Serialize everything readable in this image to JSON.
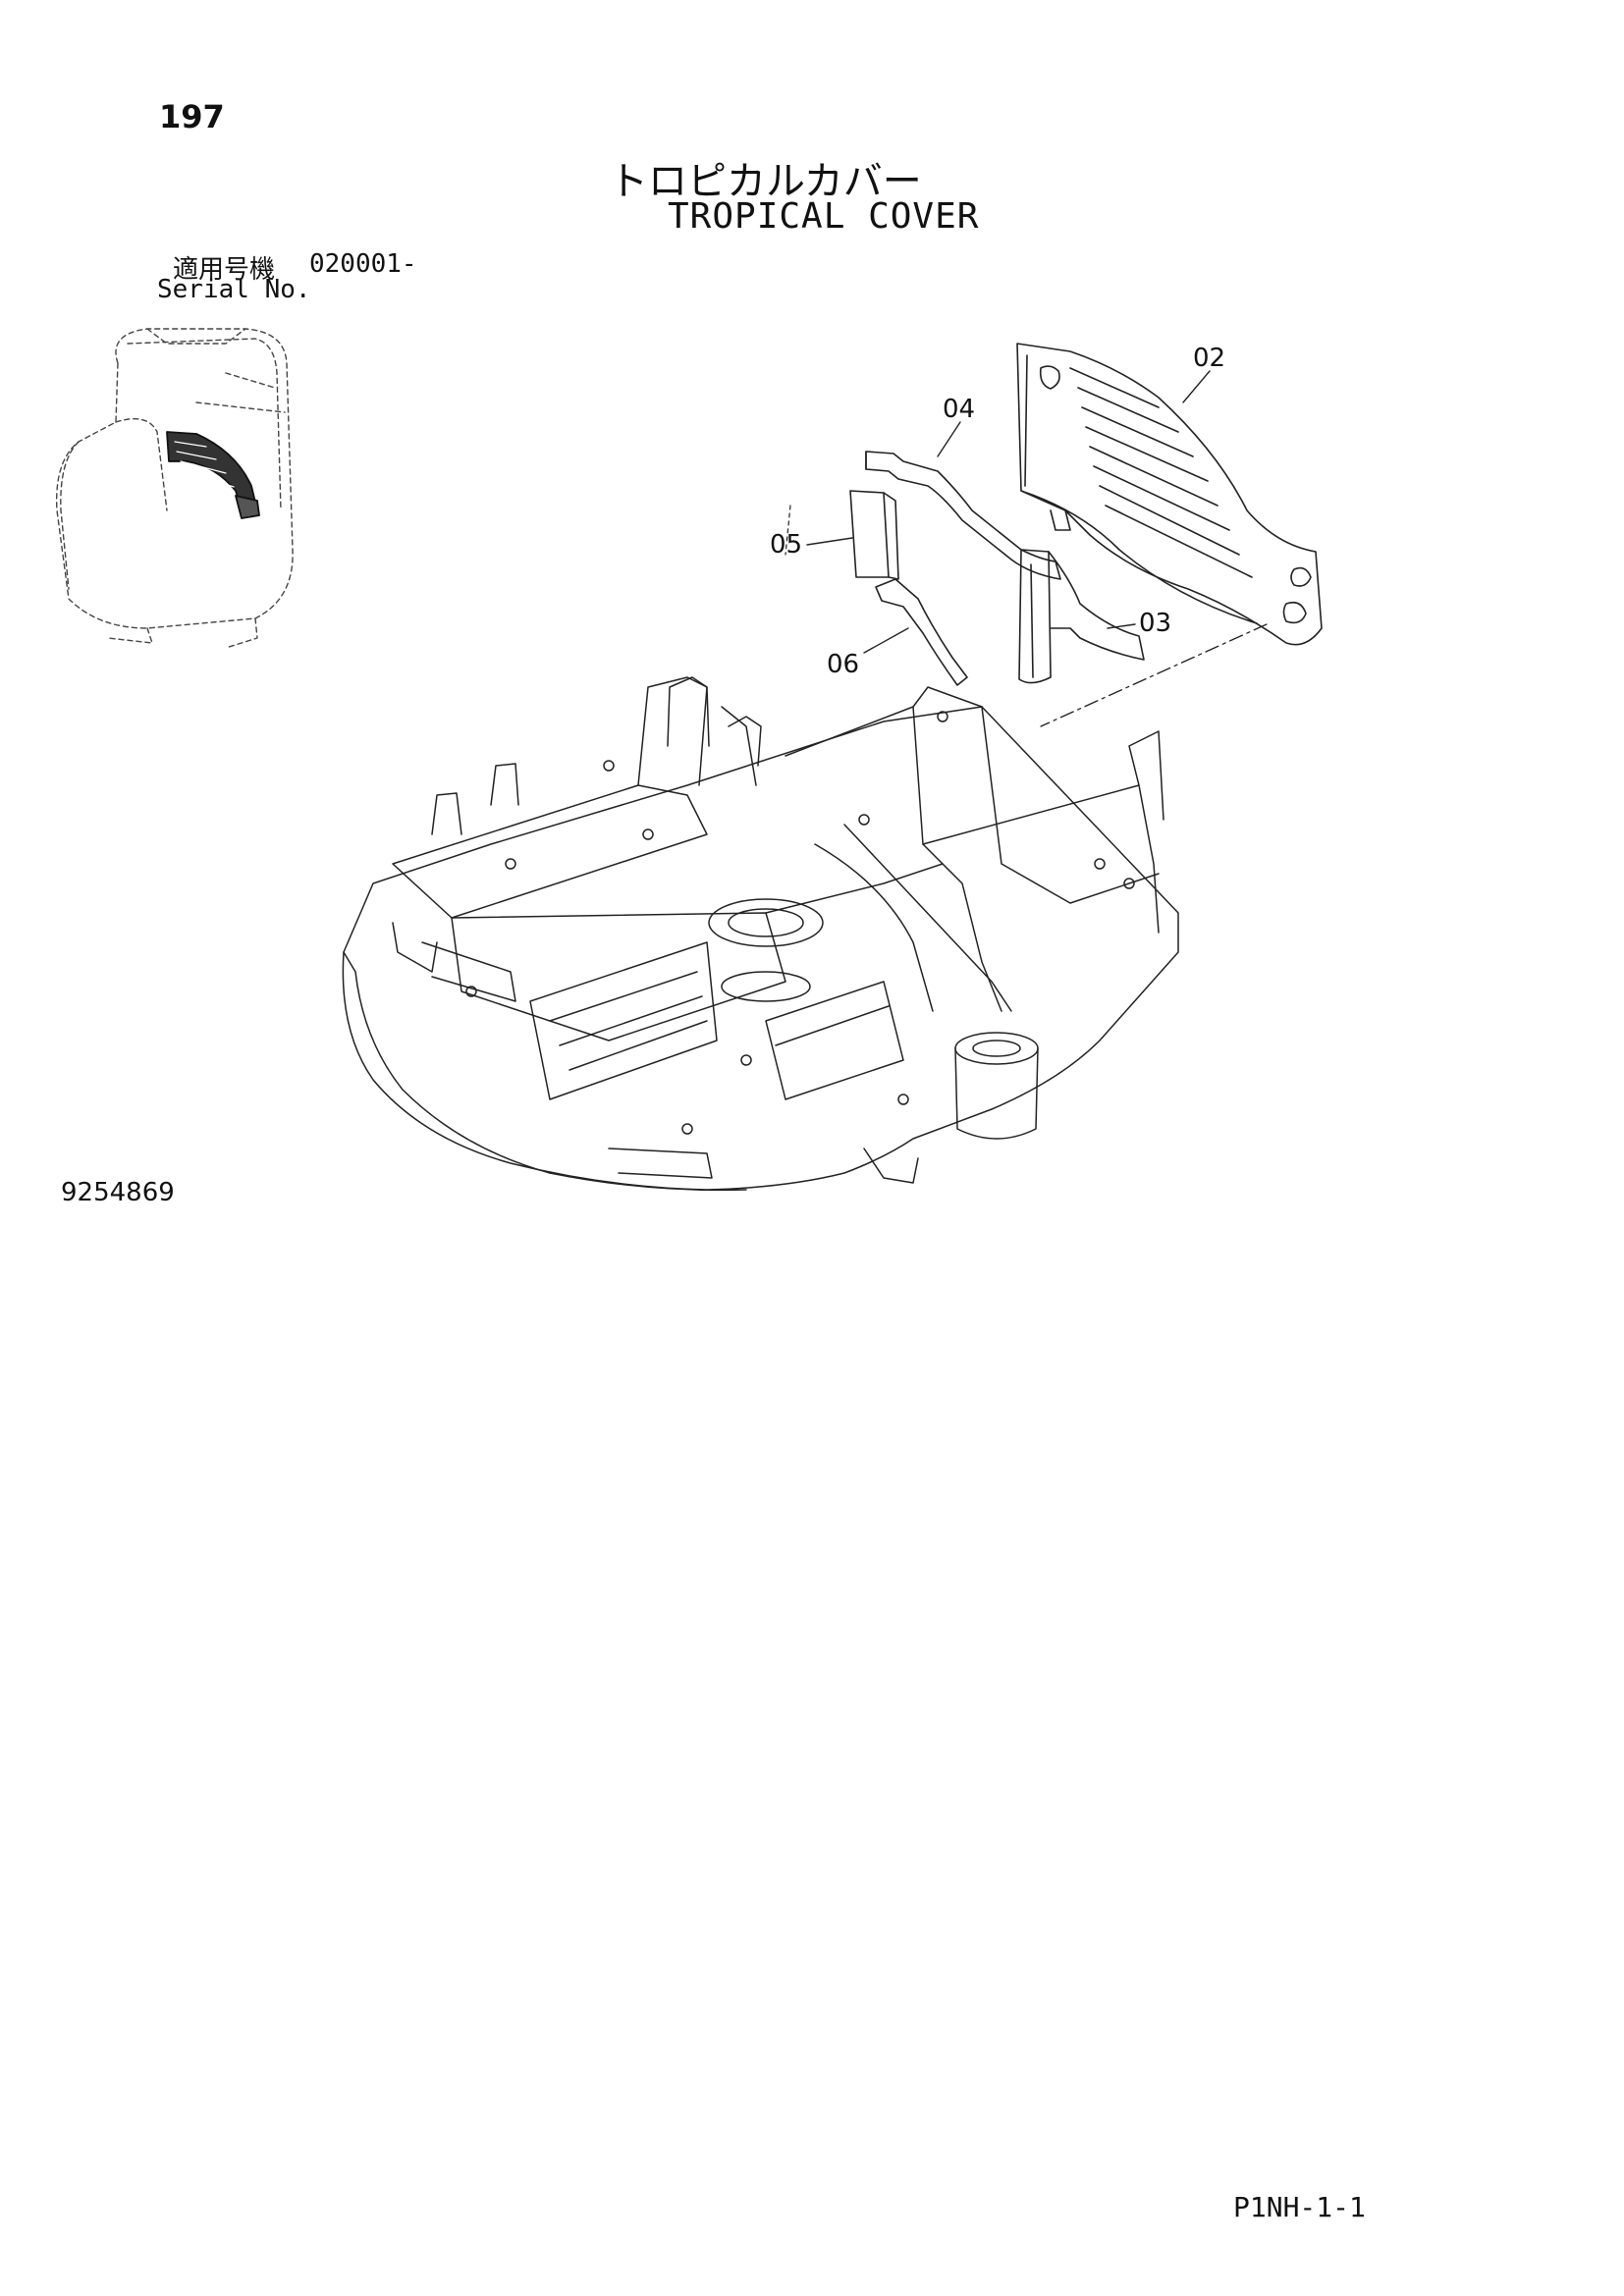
{
  "page_number": "197",
  "title": {
    "japanese": "トロピカルカバー",
    "english": "TROPICAL COVER"
  },
  "serial": {
    "label_japanese": "適用号機",
    "value": "020001-",
    "label_english": "Serial No."
  },
  "callouts": [
    "02",
    "04",
    "05",
    "03",
    "06"
  ],
  "drawing_number": "9254869",
  "figure_code": "P1NH-1-1"
}
